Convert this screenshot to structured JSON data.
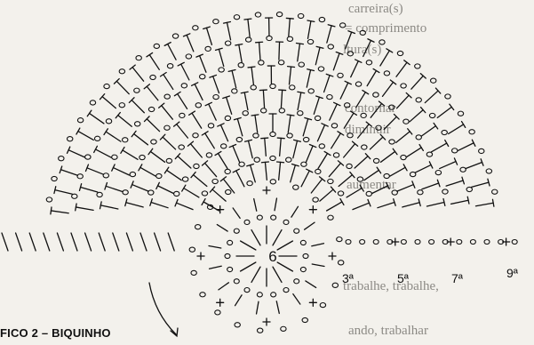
{
  "caption": "FICO 2 – BIQUINHO",
  "center_number": "6",
  "round_labels": [
    "3ª",
    "5ª",
    "7ª",
    "9ª"
  ],
  "background_text": [
    "carreira(s)",
    "= comprimento",
    "ltura(s)",
    "contornar",
    "diminuir",
    "aumentar",
    "trabalhe, trabalhe,",
    "ando, trabalhar"
  ],
  "colors": {
    "ink": "#111111",
    "paper": "#f3f1ec",
    "showthrough": "#8c8a85"
  },
  "icons": [
    "chain-stitch-icon",
    "double-crochet-icon",
    "single-crochet-icon",
    "slip-stitch-icon",
    "arrow-icon"
  ]
}
